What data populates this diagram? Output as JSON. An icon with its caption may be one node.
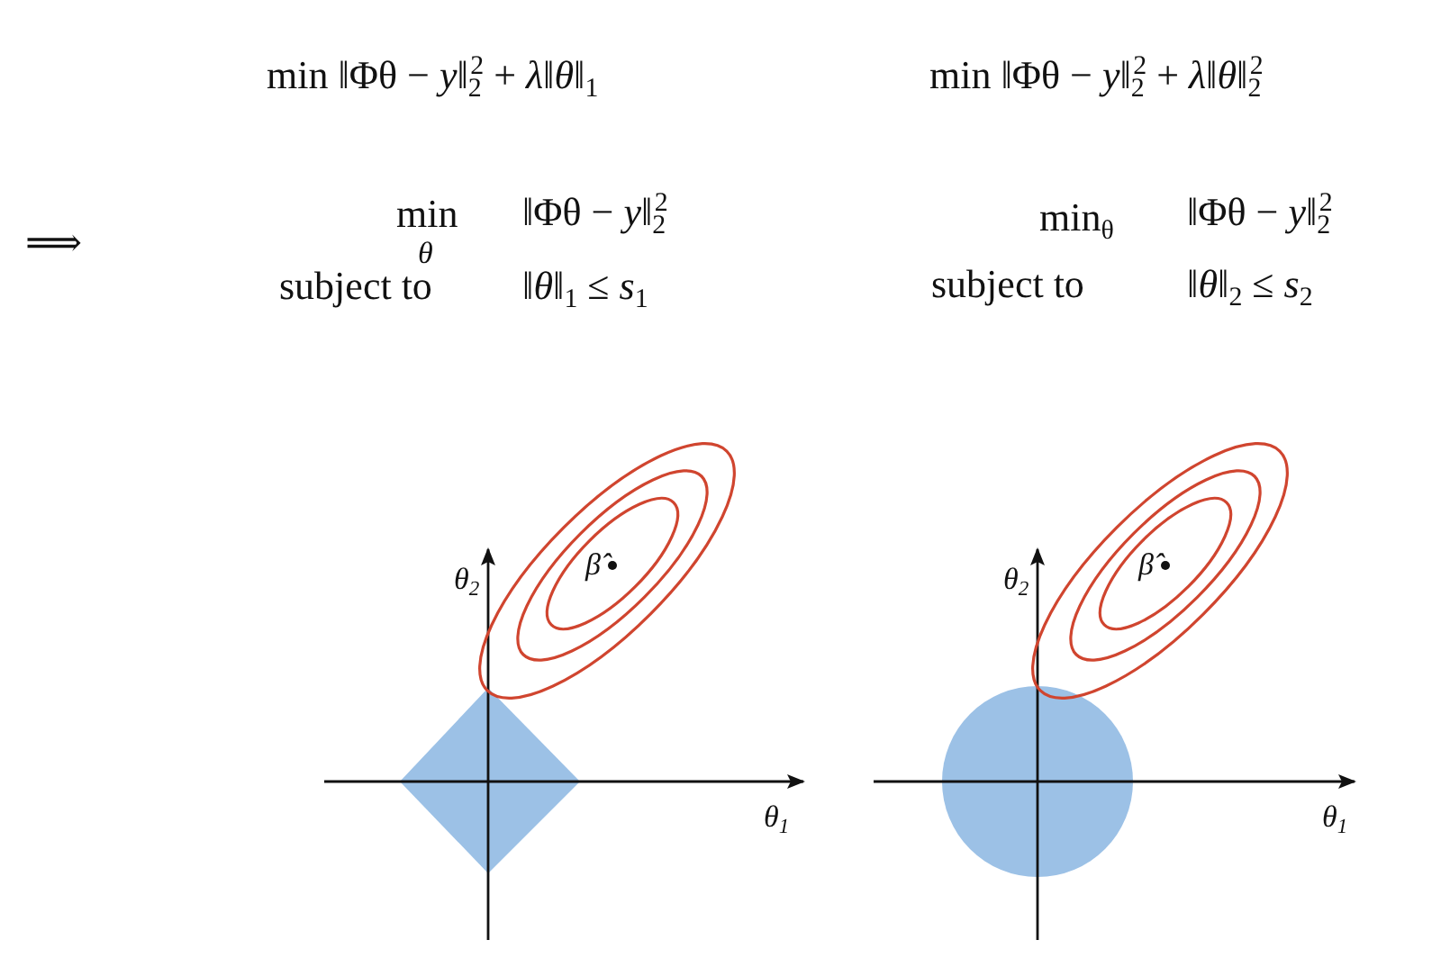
{
  "diagram": {
    "labels": [
      "min ‖Φθ − *y*‖$_{2}$$^{2}$ + *λ*‖*θ*‖$_{1}$",
      "min ‖Φθ − *y*‖$_{2}$$^{2}$ + *λ*‖*θ*‖$_{2}$$^{2}$",
      "⟹",
      "min",
      "θ",
      "‖Φθ − *y*‖$_{2}$$^{2}$",
      "min$_{θ}$",
      "‖Φθ − *y*‖$_{2}$$^{2}$",
      "subject to",
      "‖*θ*‖$_{1}$ ≤ *s*$_{1}$",
      "subject to",
      "‖*θ*‖$_{2}$ ≤ *s*$_{2}$",
      "θ$_{2}$",
      "β̂",
      "θ$_{2}$",
      "β̂",
      "θ$_{1}$",
      "θ$_{1}$"
    ]
  }
}
